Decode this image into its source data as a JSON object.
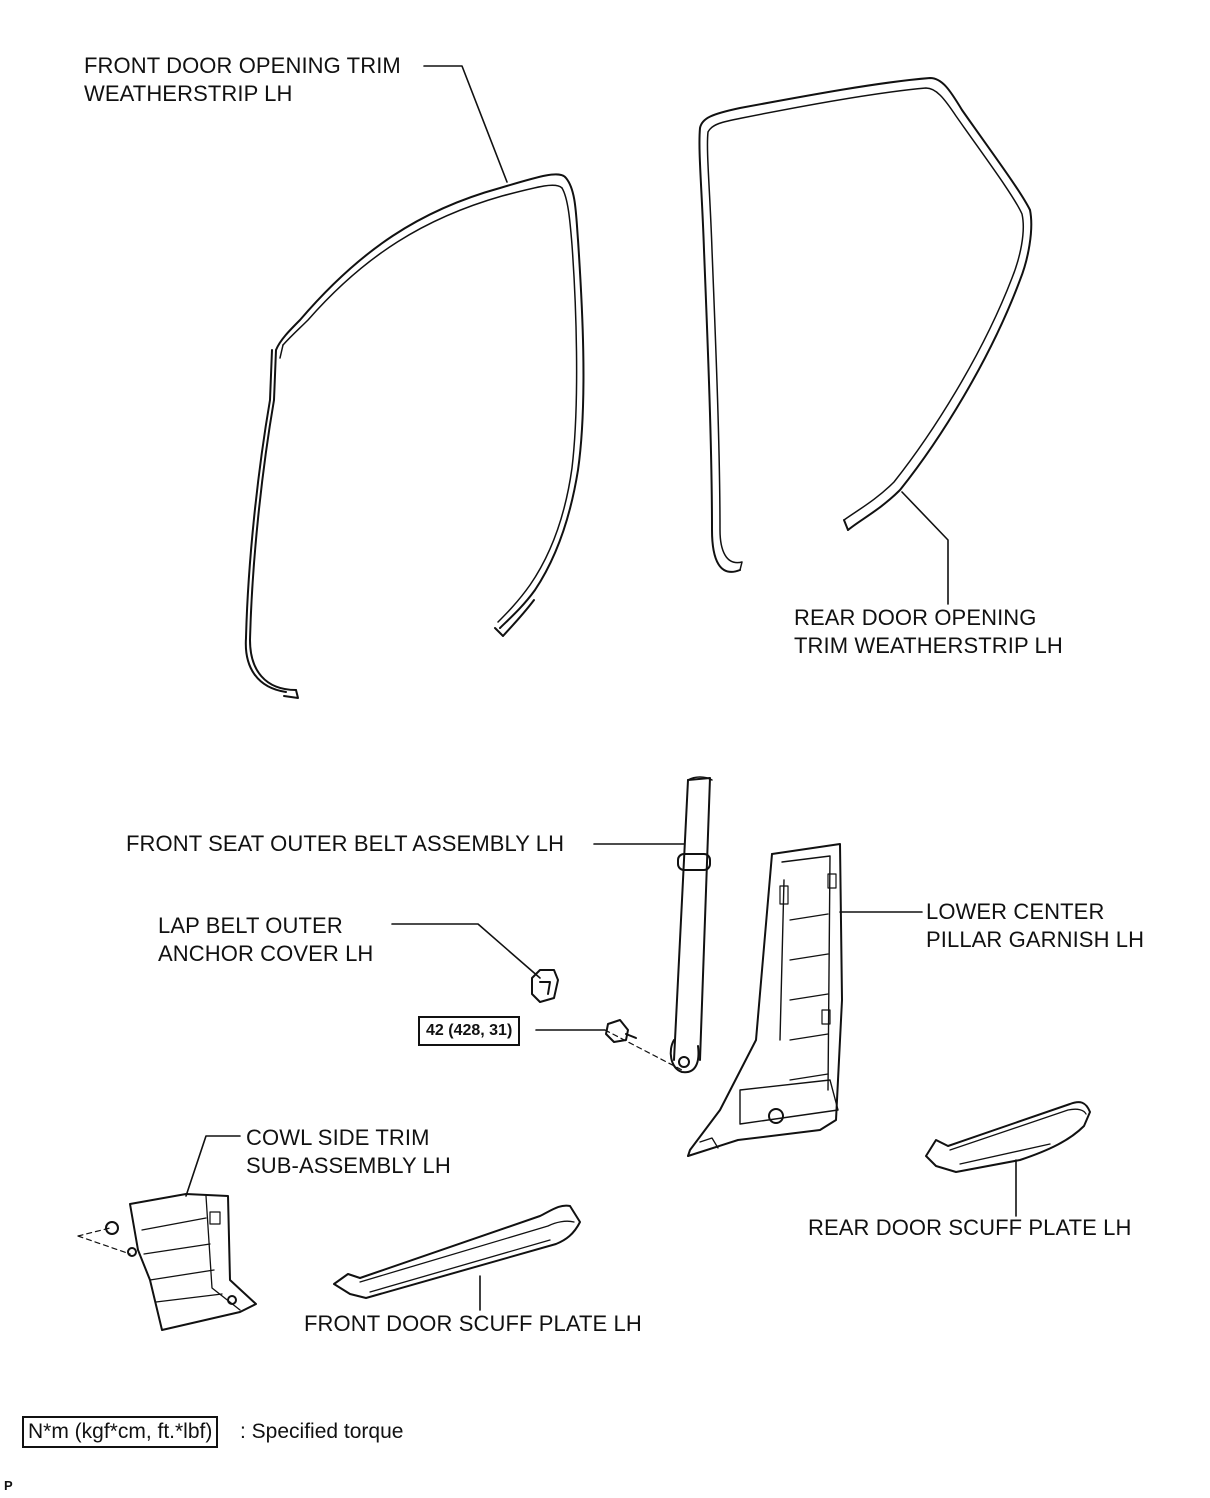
{
  "labels": {
    "front_weatherstrip": [
      "FRONT DOOR OPENING TRIM",
      "WEATHERSTRIP LH"
    ],
    "rear_weatherstrip": [
      "REAR DOOR OPENING",
      "TRIM WEATHERSTRIP LH"
    ],
    "front_seat_belt": [
      "FRONT SEAT OUTER BELT ASSEMBLY LH"
    ],
    "lap_belt_cover": [
      "LAP BELT OUTER",
      "ANCHOR COVER LH"
    ],
    "lower_center_pillar": [
      "LOWER CENTER",
      "PILLAR GARNISH LH"
    ],
    "cowl_side_trim": [
      "COWL SIDE TRIM",
      "SUB-ASSEMBLY LH"
    ],
    "front_scuff": [
      "FRONT DOOR SCUFF PLATE LH"
    ],
    "rear_scuff": [
      "REAR DOOR SCUFF PLATE LH"
    ]
  },
  "torque": {
    "value": "42 (428, 31)"
  },
  "legend": {
    "box": "N*m (kgf*cm, ft.*lbf)",
    "text": ": Specified torque"
  },
  "corner_code": "P"
}
